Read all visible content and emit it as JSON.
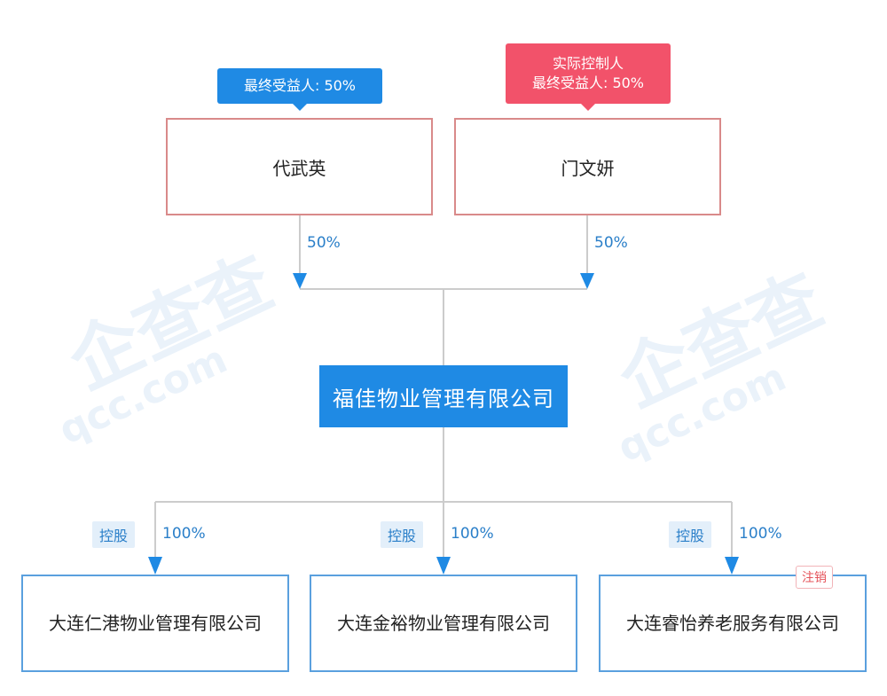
{
  "watermark": {
    "brand": "企查查",
    "domain": "qcc.com"
  },
  "shareholders": [
    {
      "name": "代武英",
      "tags": [
        "最终受益人: 50%"
      ],
      "tag_color": "#1f8ae4",
      "percent": "50%"
    },
    {
      "name": "门文妍",
      "tags": [
        "实际控制人",
        "最终受益人: 50%"
      ],
      "tag_color": "#f2526a",
      "percent": "50%"
    }
  ],
  "company": {
    "name": "福佳物业管理有限公司"
  },
  "subsidiaries": [
    {
      "name": "大连仁港物业管理有限公司",
      "relation": "控股",
      "percent": "100%",
      "status": ""
    },
    {
      "name": "大连金裕物业管理有限公司",
      "relation": "控股",
      "percent": "100%",
      "status": ""
    },
    {
      "name": "大连睿怡养老服务有限公司",
      "relation": "控股",
      "percent": "100%",
      "status": "注销"
    }
  ],
  "colors": {
    "accent": "#1f8ae4",
    "person_border": "#d98a8a",
    "sub_border": "#5aa0de",
    "line": "#cccccc",
    "danger": "#e5535a"
  }
}
